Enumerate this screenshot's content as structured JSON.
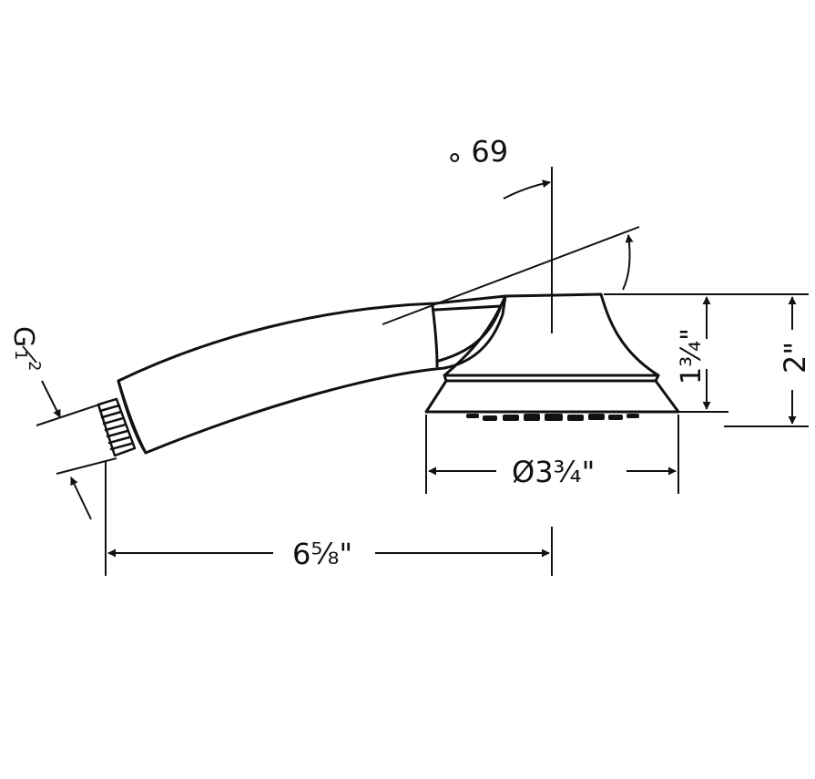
{
  "drawing": {
    "angle_label": "69 °",
    "thread_label": "G",
    "thread_frac_num": "1",
    "thread_frac_den": "2",
    "height_head_label": "1¾\"",
    "height_total_label": "2\"",
    "diameter_label": "Ø3¾\"",
    "length_label": "6⅝\""
  },
  "colors": {
    "line": "#111111",
    "background": "#ffffff"
  }
}
